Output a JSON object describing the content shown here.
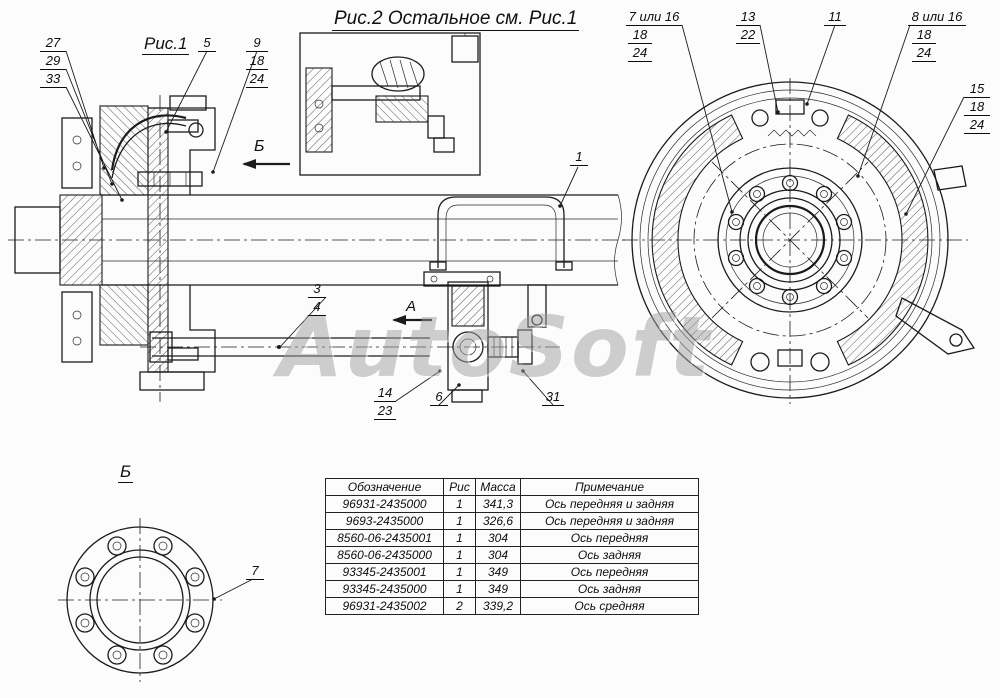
{
  "title": "Рис.2 Остальное см. Рис.1",
  "fig1_label": "Рис.1",
  "view_b_label": "Б",
  "section_b_label": "Б",
  "section_a_label": "А",
  "watermark": "AutoSoft",
  "callouts": {
    "c27": "27",
    "c29": "29",
    "c33": "33",
    "c5": "5",
    "c9": "9",
    "c18a": "18",
    "c24a": "24",
    "c1": "1",
    "c3": "3",
    "c4": "4",
    "c14": "14",
    "c23": "23",
    "c6": "6",
    "c31": "31",
    "c7or16": "7 или 16",
    "c18b": "18",
    "c24b": "24",
    "c13": "13",
    "c22": "22",
    "c11": "11",
    "c8or16": "8 или 16",
    "c18c": "18",
    "c24c": "24",
    "c15": "15",
    "c18d": "18",
    "c24d": "24",
    "c7b": "7"
  },
  "table": {
    "headers": [
      "Обозначение",
      "Рис",
      "Масса",
      "Примечание"
    ],
    "rows": [
      [
        "96931-2435000",
        "1",
        "341,3",
        "Ось передняя и задняя"
      ],
      [
        "9693-2435000",
        "1",
        "326,6",
        "Ось передняя и задняя"
      ],
      [
        "8560-06-2435001",
        "1",
        "304",
        "Ось передняя"
      ],
      [
        "8560-06-2435000",
        "1",
        "304",
        "Ось задняя"
      ],
      [
        "93345-2435001",
        "1",
        "349",
        "Ось передняя"
      ],
      [
        "93345-2435000",
        "1",
        "349",
        "Ось задняя"
      ],
      [
        "96931-2435002",
        "2",
        "339,2",
        "Ось средняя"
      ]
    ]
  }
}
